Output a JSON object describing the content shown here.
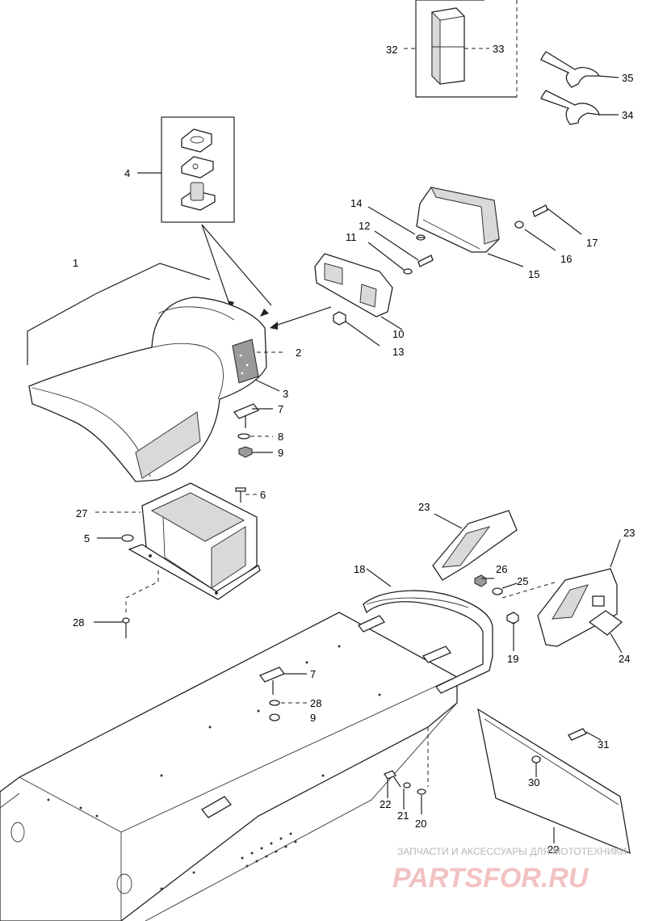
{
  "callouts": [
    "1",
    "2",
    "3",
    "4",
    "5",
    "6",
    "7",
    "8",
    "9",
    "10",
    "11",
    "12",
    "13",
    "14",
    "15",
    "16",
    "17",
    "18",
    "19",
    "20",
    "21",
    "22",
    "23",
    "24",
    "25",
    "26",
    "27",
    "28",
    "29",
    "30",
    "31",
    "32",
    "33",
    "34",
    "35"
  ],
  "watermark": {
    "caption": "ЗАПЧАСТИ И АКСЕССУАРЫ ДЛЯ МОТОТЕХНИКИ",
    "brand": "PARTSFOR.RU"
  }
}
